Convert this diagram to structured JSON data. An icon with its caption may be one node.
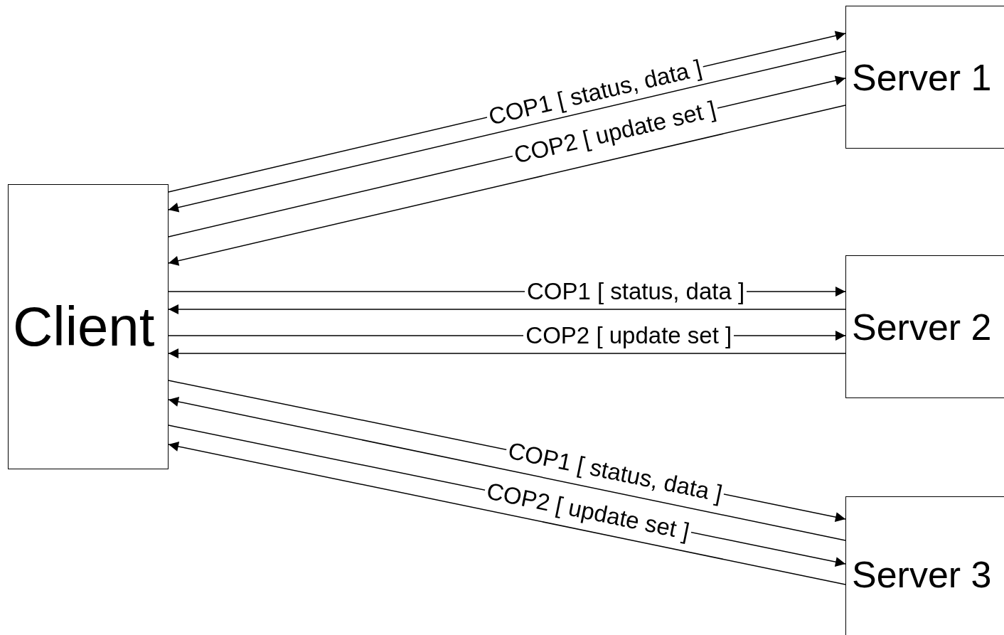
{
  "diagram": {
    "nodes": [
      {
        "text": [
          "Client"
        ]
      },
      {
        "text": [
          "Server 1"
        ]
      },
      {
        "text": [
          "Server 2"
        ]
      },
      {
        "text": [
          "Server 3"
        ]
      }
    ],
    "edges": [
      {
        "from": 0,
        "to": 1,
        "arrow": "to",
        "label": "COP1 [ status, data ]"
      },
      {
        "from": 1,
        "to": 0,
        "arrow": "to"
      },
      {
        "from": 0,
        "to": 1,
        "arrow": "to",
        "label": "COP2 [ update set ]"
      },
      {
        "from": 1,
        "to": 0,
        "arrow": "to"
      },
      {
        "from": 0,
        "to": 2,
        "arrow": "to",
        "label": "COP1 [ status, data ]"
      },
      {
        "from": 2,
        "to": 0,
        "arrow": "to"
      },
      {
        "from": 0,
        "to": 2,
        "arrow": "to",
        "label": "COP2 [ update set ]"
      },
      {
        "from": 2,
        "to": 0,
        "arrow": "to"
      },
      {
        "from": 0,
        "to": 3,
        "arrow": "to",
        "label": "COP1 [ status, data ]"
      },
      {
        "from": 3,
        "to": 0,
        "arrow": "to"
      },
      {
        "from": 0,
        "to": 3,
        "arrow": "to",
        "label": "COP2 [ update set ]"
      },
      {
        "from": 3,
        "to": 0,
        "arrow": "to"
      }
    ]
  }
}
